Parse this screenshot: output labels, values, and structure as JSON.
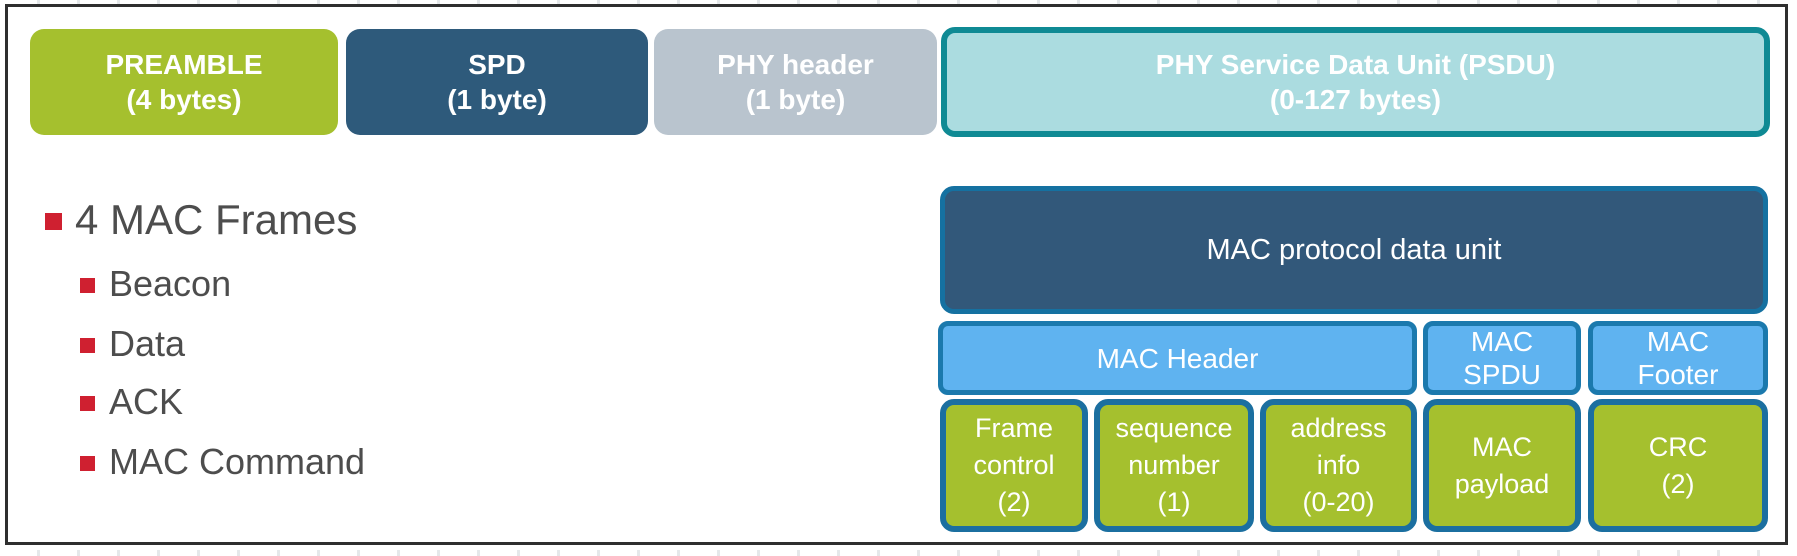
{
  "slide": {
    "colors": {
      "green": "#a5c02e",
      "dark_blue": "#2e5a7b",
      "gray": "#b9c4ce",
      "cyan_fill": "#abdce0",
      "teal_border": "#0f8a94",
      "light_blue_fill": "#5fb3f0",
      "light_blue_border": "#1b79ad",
      "field_border": "#1b6fa0",
      "bullet_red": "#cf2030",
      "list_text": "#4d4d4d"
    },
    "phy_frame": {
      "preamble": {
        "title": "PREAMBLE",
        "size": "(4 bytes)"
      },
      "spd": {
        "title": "SPD",
        "size": "(1 byte)"
      },
      "phy_header": {
        "title": "PHY header",
        "size": "(1 byte)"
      },
      "psdu": {
        "title": "PHY Service Data Unit (PSDU)",
        "size": "(0-127 bytes)"
      }
    },
    "mac_frame": {
      "mpdu_label": "MAC protocol data unit",
      "header": {
        "line1": "MAC Header"
      },
      "spdu": {
        "line1": "MAC",
        "line2": "SPDU"
      },
      "footer": {
        "line1": "MAC",
        "line2": "Footer"
      },
      "fields": {
        "frame_control": {
          "line1": "Frame",
          "line2": "control",
          "line3": "(2)"
        },
        "sequence_number": {
          "line1": "sequence",
          "line2": "number",
          "line3": "(1)"
        },
        "address_info": {
          "line1": "address",
          "line2": "info",
          "line3": "(0-20)"
        },
        "mac_payload": {
          "line1": "MAC",
          "line2": "payload"
        },
        "crc": {
          "line1": "CRC",
          "line2": "(2)"
        }
      }
    },
    "notes": {
      "main": "4 MAC Frames",
      "items": [
        "Beacon",
        "Data",
        "ACK",
        "MAC Command"
      ]
    }
  }
}
